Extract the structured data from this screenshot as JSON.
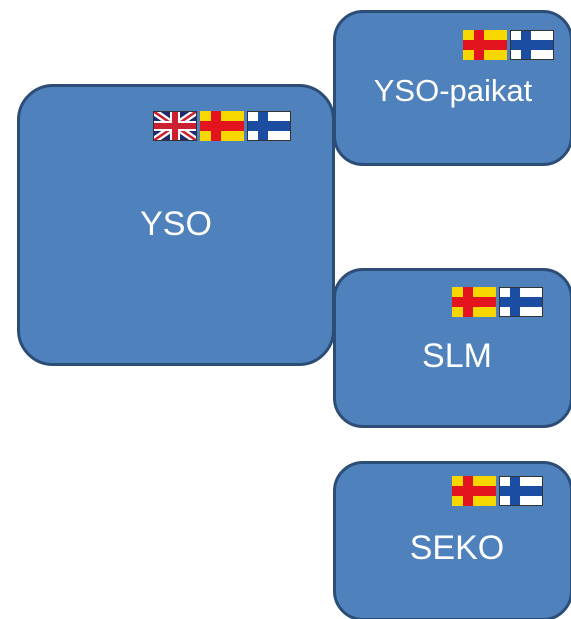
{
  "boxes": {
    "yso": {
      "label": "YSO",
      "languages": [
        "en",
        "sv",
        "fi"
      ]
    },
    "yso_paikat": {
      "label": "YSO-paikat",
      "languages": [
        "sv",
        "fi"
      ]
    },
    "slm": {
      "label": "SLM",
      "languages": [
        "sv",
        "fi"
      ]
    },
    "seko": {
      "label": "SEKO",
      "languages": [
        "sv",
        "fi"
      ]
    }
  },
  "icons": {
    "en": "uk-flag-icon",
    "sv": "aland-flag-icon",
    "fi": "finland-flag-icon"
  },
  "colors": {
    "box_fill": "#4f81bd",
    "box_border": "#2c4d75",
    "text": "#ffffff"
  }
}
